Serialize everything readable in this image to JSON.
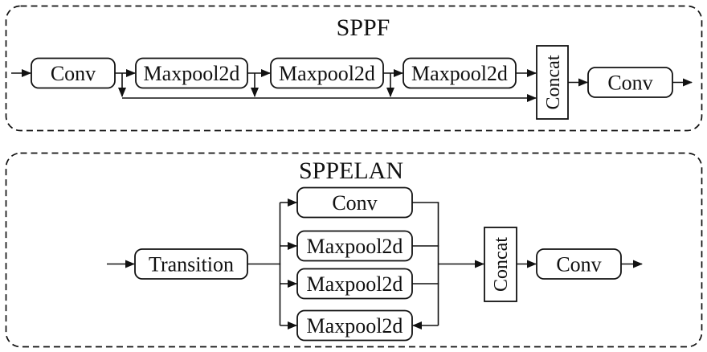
{
  "sppf": {
    "title": "SPPF",
    "nodes": {
      "conv_in": "Conv",
      "maxpool_1": "Maxpool2d",
      "maxpool_2": "Maxpool2d",
      "maxpool_3": "Maxpool2d",
      "concat": "Concat",
      "conv_out": "Conv"
    }
  },
  "sppelan": {
    "title": "SPPELAN",
    "nodes": {
      "transition": "Transition",
      "branch_conv": "Conv",
      "branch_maxpool_1": "Maxpool2d",
      "branch_maxpool_2": "Maxpool2d",
      "branch_maxpool_3": "Maxpool2d",
      "concat": "Concat",
      "conv_out": "Conv"
    }
  },
  "colors": {
    "line": "#111111",
    "box_fill": "#ffffff",
    "background": "#ffffff"
  }
}
